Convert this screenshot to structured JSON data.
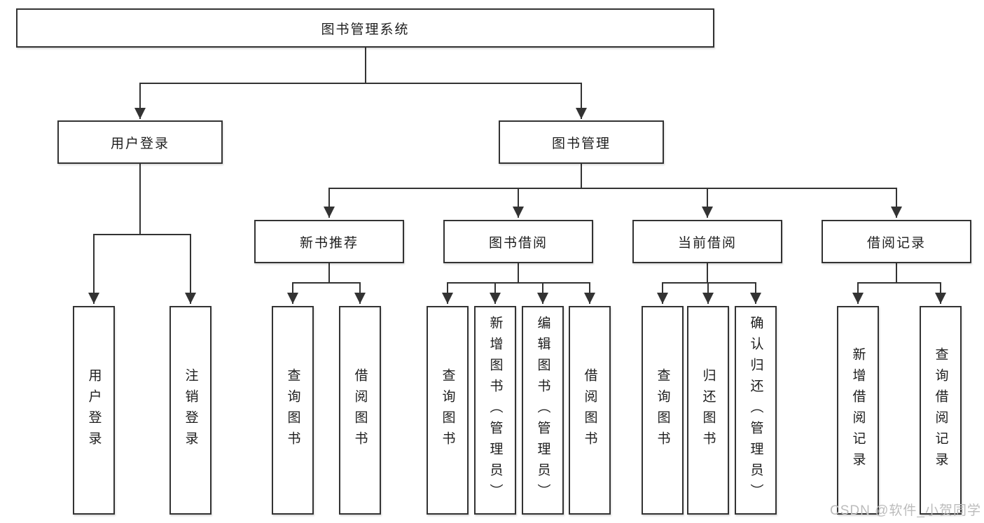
{
  "diagram": {
    "root": {
      "label": "图书管理系统"
    },
    "branches": [
      {
        "label": "用户登录",
        "children": [
          {
            "label": "用户登录"
          },
          {
            "label": "注销登录"
          }
        ]
      },
      {
        "label": "图书管理",
        "children": [
          {
            "label": "新书推荐",
            "children": [
              {
                "label": "查询图书"
              },
              {
                "label": "借阅图书"
              }
            ]
          },
          {
            "label": "图书借阅",
            "children": [
              {
                "label": "查询图书"
              },
              {
                "label": "新增图书（管理员）"
              },
              {
                "label": "编辑图书（管理员）"
              },
              {
                "label": "借阅图书"
              }
            ]
          },
          {
            "label": "当前借阅",
            "children": [
              {
                "label": "查询图书"
              },
              {
                "label": "归还图书"
              },
              {
                "label": "确认归还（管理员）"
              }
            ]
          },
          {
            "label": "借阅记录",
            "children": [
              {
                "label": "新增借阅记录"
              },
              {
                "label": "查询借阅记录"
              }
            ]
          }
        ]
      }
    ]
  },
  "watermark": {
    "text": "CSDN @软件_小贺同学"
  },
  "colors": {
    "line": "#333333",
    "border": "#333333",
    "text": "#1d1d1d",
    "watermark": "#bcbcbc",
    "background": "#ffffff"
  }
}
